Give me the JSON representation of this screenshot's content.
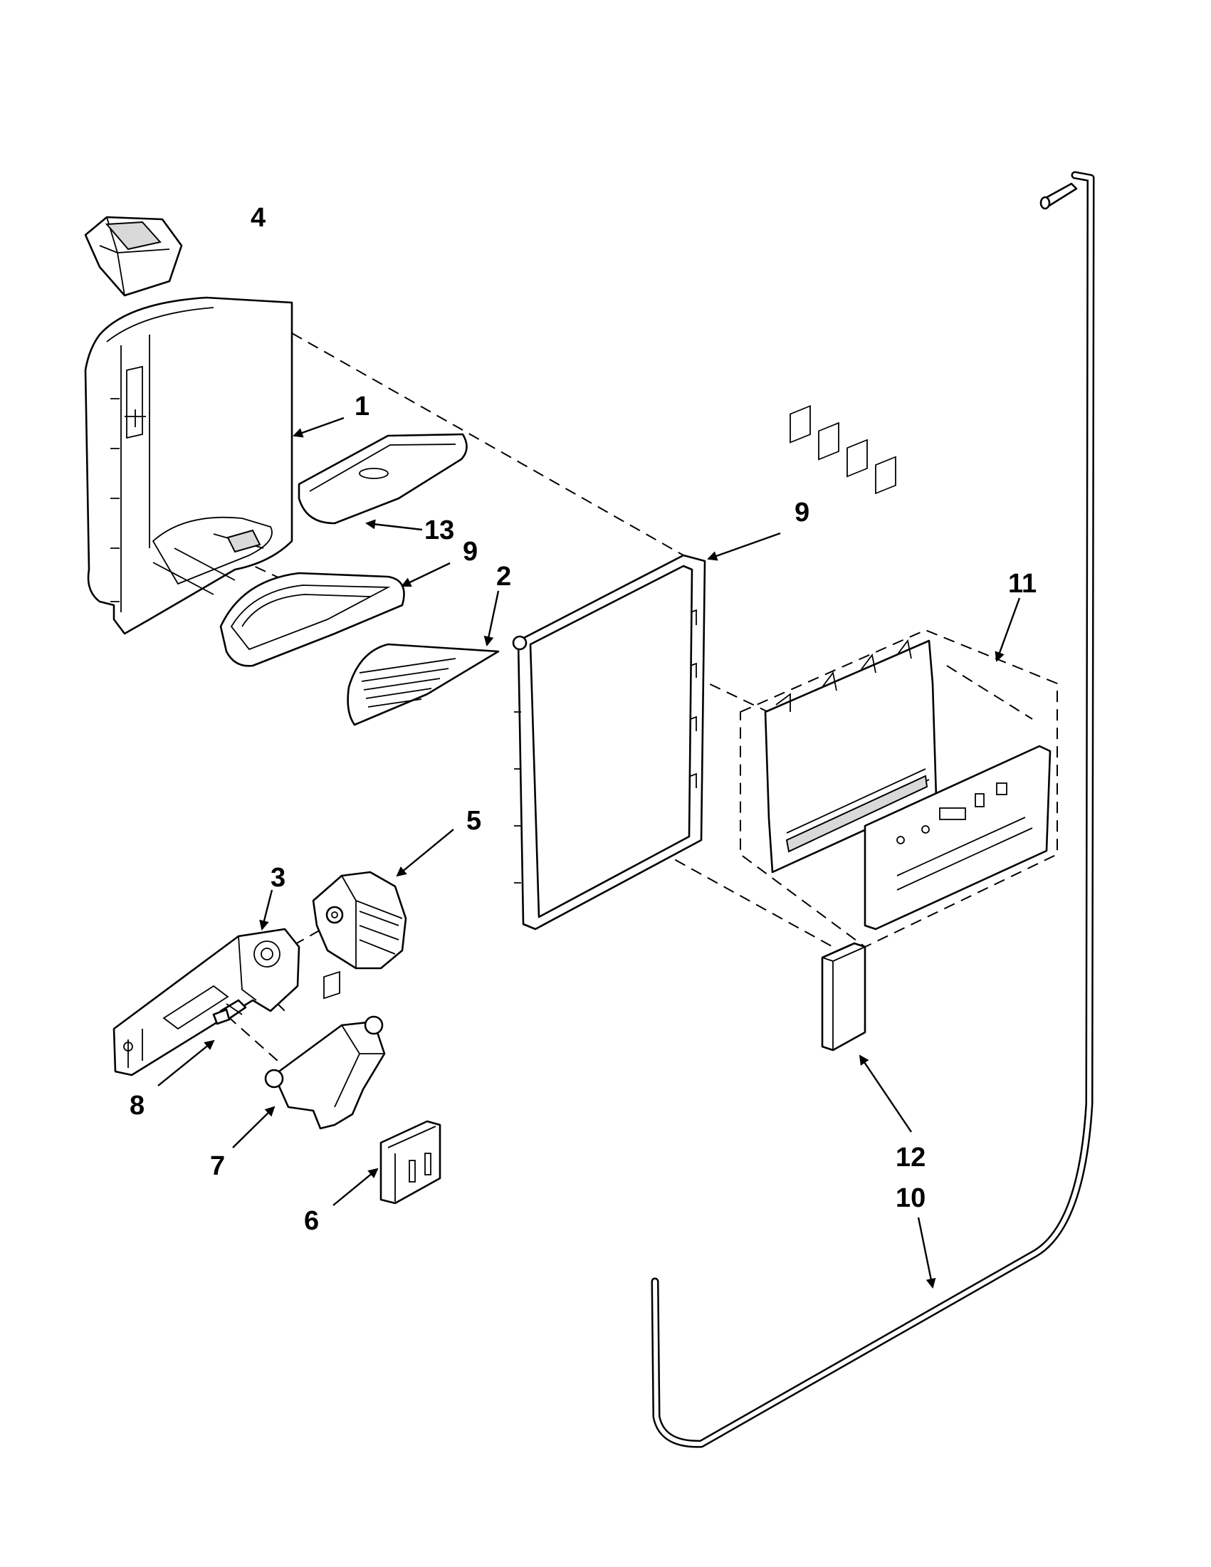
{
  "labels": {
    "part_1": "1",
    "part_2": "2",
    "part_3": "3",
    "part_4": "4",
    "part_5": "5",
    "part_6": "6",
    "part_7": "7",
    "part_8": "8",
    "part_9_upper": "9",
    "part_9_lower": "9",
    "part_10": "10",
    "part_11": "11",
    "part_12": "12",
    "part_13": "13"
  }
}
